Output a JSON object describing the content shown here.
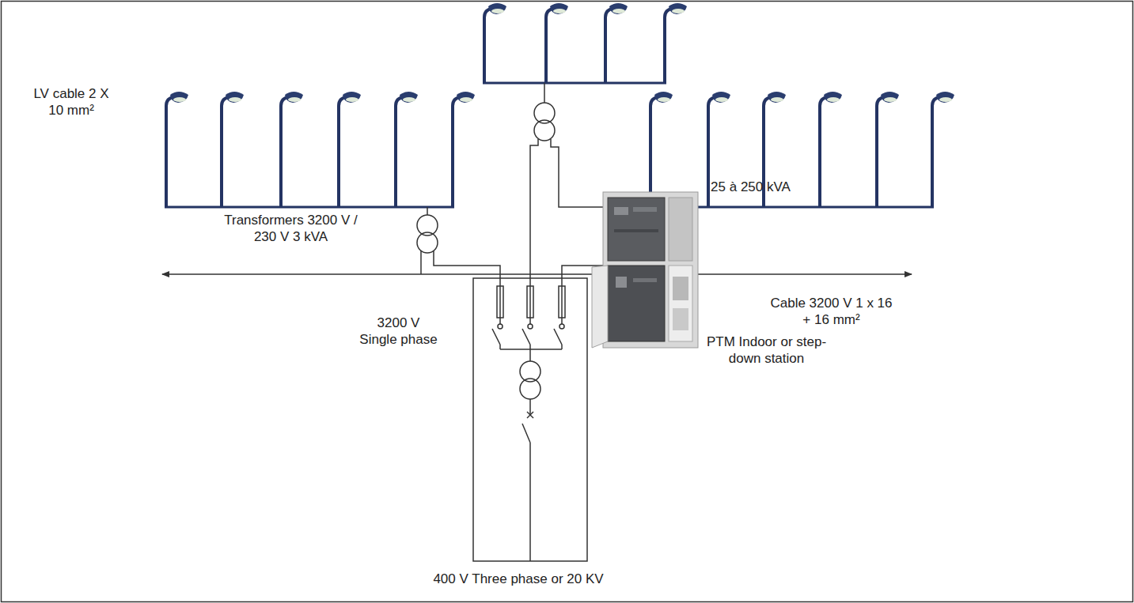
{
  "diagram": {
    "labels": [
      "LV cable 2 X 10 mm²",
      "Transformers 3200 V / 230 V 3 kVA",
      "Cable 3200 V 1 x 16 + 16 mm²",
      "3200 V Single phase",
      "25 à 250 kVA",
      "PTM Indoor or step-down station",
      "400 V Three phase or 20 KV"
    ]
  }
}
